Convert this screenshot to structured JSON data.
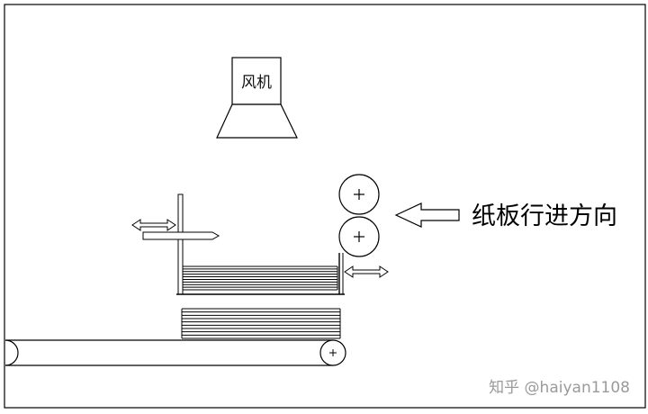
{
  "diagram": {
    "fan_label": "风机",
    "direction_label": "纸板行进方向",
    "watermark": "知乎 @haiyan1108"
  },
  "colors": {
    "stroke": "#000000",
    "background": "#ffffff",
    "watermark": "#9a9a9a"
  },
  "stacks": {
    "upper_sheet_count": 10,
    "lower_sheet_count": 10
  }
}
